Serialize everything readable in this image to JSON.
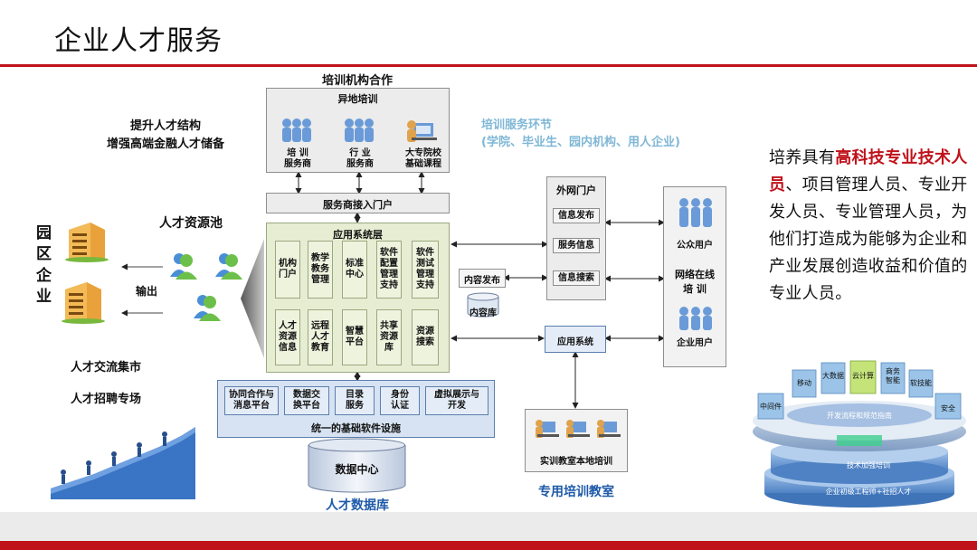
{
  "slide": {
    "title": "企业人才服务"
  },
  "left": {
    "slogan_line1": "提升人才结构",
    "slogan_line2": "增强高端金融人才储备",
    "park_chars": [
      "园",
      "区",
      "企",
      "业"
    ],
    "pool_label": "人才资源池",
    "output_label": "输出",
    "market_label": "人才交流集市",
    "recruit_label": "人才招聘专场"
  },
  "training_org": {
    "header": "培训机构合作",
    "subheader": "异地培训",
    "providers": [
      {
        "line1": "培  训",
        "line2": "服务商"
      },
      {
        "line1": "行  业",
        "line2": "服务商"
      },
      {
        "line1": "大专院校",
        "line2": "基础课程"
      }
    ]
  },
  "service_note": {
    "line1": "培训服务环节",
    "line2": "(学院、毕业生、园内机构、用人企业)"
  },
  "portal_access": "服务商接入门户",
  "app_layer": {
    "header": "应用系统层",
    "row1": [
      "机构\n门户",
      "教学\n教务\n管理",
      "标准\n中心",
      "软件\n配置\n管理\n支持",
      "软件\n测试\n管理\n支持"
    ],
    "row2": [
      "人才\n资源\n信息",
      "远程\n人才\n教育",
      "智慧\n平台",
      "共享\n资源\n库",
      "资源\n搜索"
    ]
  },
  "infra": {
    "modules": [
      "协同合作与\n消息平台",
      "数据交\n换平台",
      "目录\n服务",
      "身份\n认证",
      "虚拟展示与\n开发"
    ],
    "label": "统一的基础软件设施"
  },
  "datacenter": "数据中心",
  "talent_db": "人才数据库",
  "content": {
    "publish": "内容发布",
    "library": "内容库"
  },
  "external_portal": {
    "header": "外网门户",
    "items": [
      "信息发布",
      "服务信息",
      "信息搜索"
    ]
  },
  "online": {
    "public_users": "公众用户",
    "label_line1": "网络在线",
    "label_line2": "培  训",
    "enterprise_users": "企业用户"
  },
  "app_system": "应用系统",
  "classroom": {
    "inner": "实训教室本地培训",
    "caption": "专用培训教室"
  },
  "right_text": {
    "lead": "培养具有",
    "highlight": "高科技专业技术人员",
    "rest": "、项目管理人员、专业开发人员、专业管理人员，为他们打造成为能够为企业和产业发展创造收益和价值的专业人员。"
  },
  "platform": {
    "top_modules": [
      "移动",
      "大数据",
      "云计算",
      "商务\n智能",
      "软技能"
    ],
    "side_left": "中间件",
    "side_right": "安全",
    "ring_text": "开发流程和规范指南",
    "band_text": "技术加强培训",
    "base_text": "企业初级工程师+社招人才"
  },
  "colors": {
    "accent": "#c0121b",
    "green_box": "#e6edd2",
    "blue_box": "#d7e3f2"
  }
}
